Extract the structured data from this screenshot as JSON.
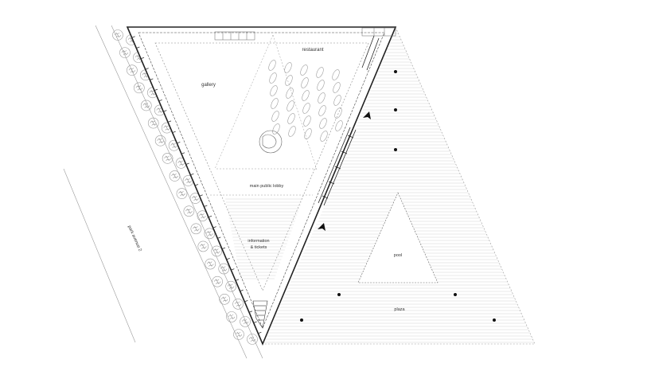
{
  "labels": {
    "gallery": "gallery",
    "restaurant": "restaurant",
    "lobby": "main public lobby",
    "info_line1": "information",
    "info_line2": "& tickets",
    "pool": "pool",
    "plaza": "plaza",
    "street": "park avenue 2"
  },
  "colors": {
    "line": "#222222",
    "thin": "#9a9a9a",
    "hatch": "#c8c8c8",
    "background": "#ffffff"
  }
}
